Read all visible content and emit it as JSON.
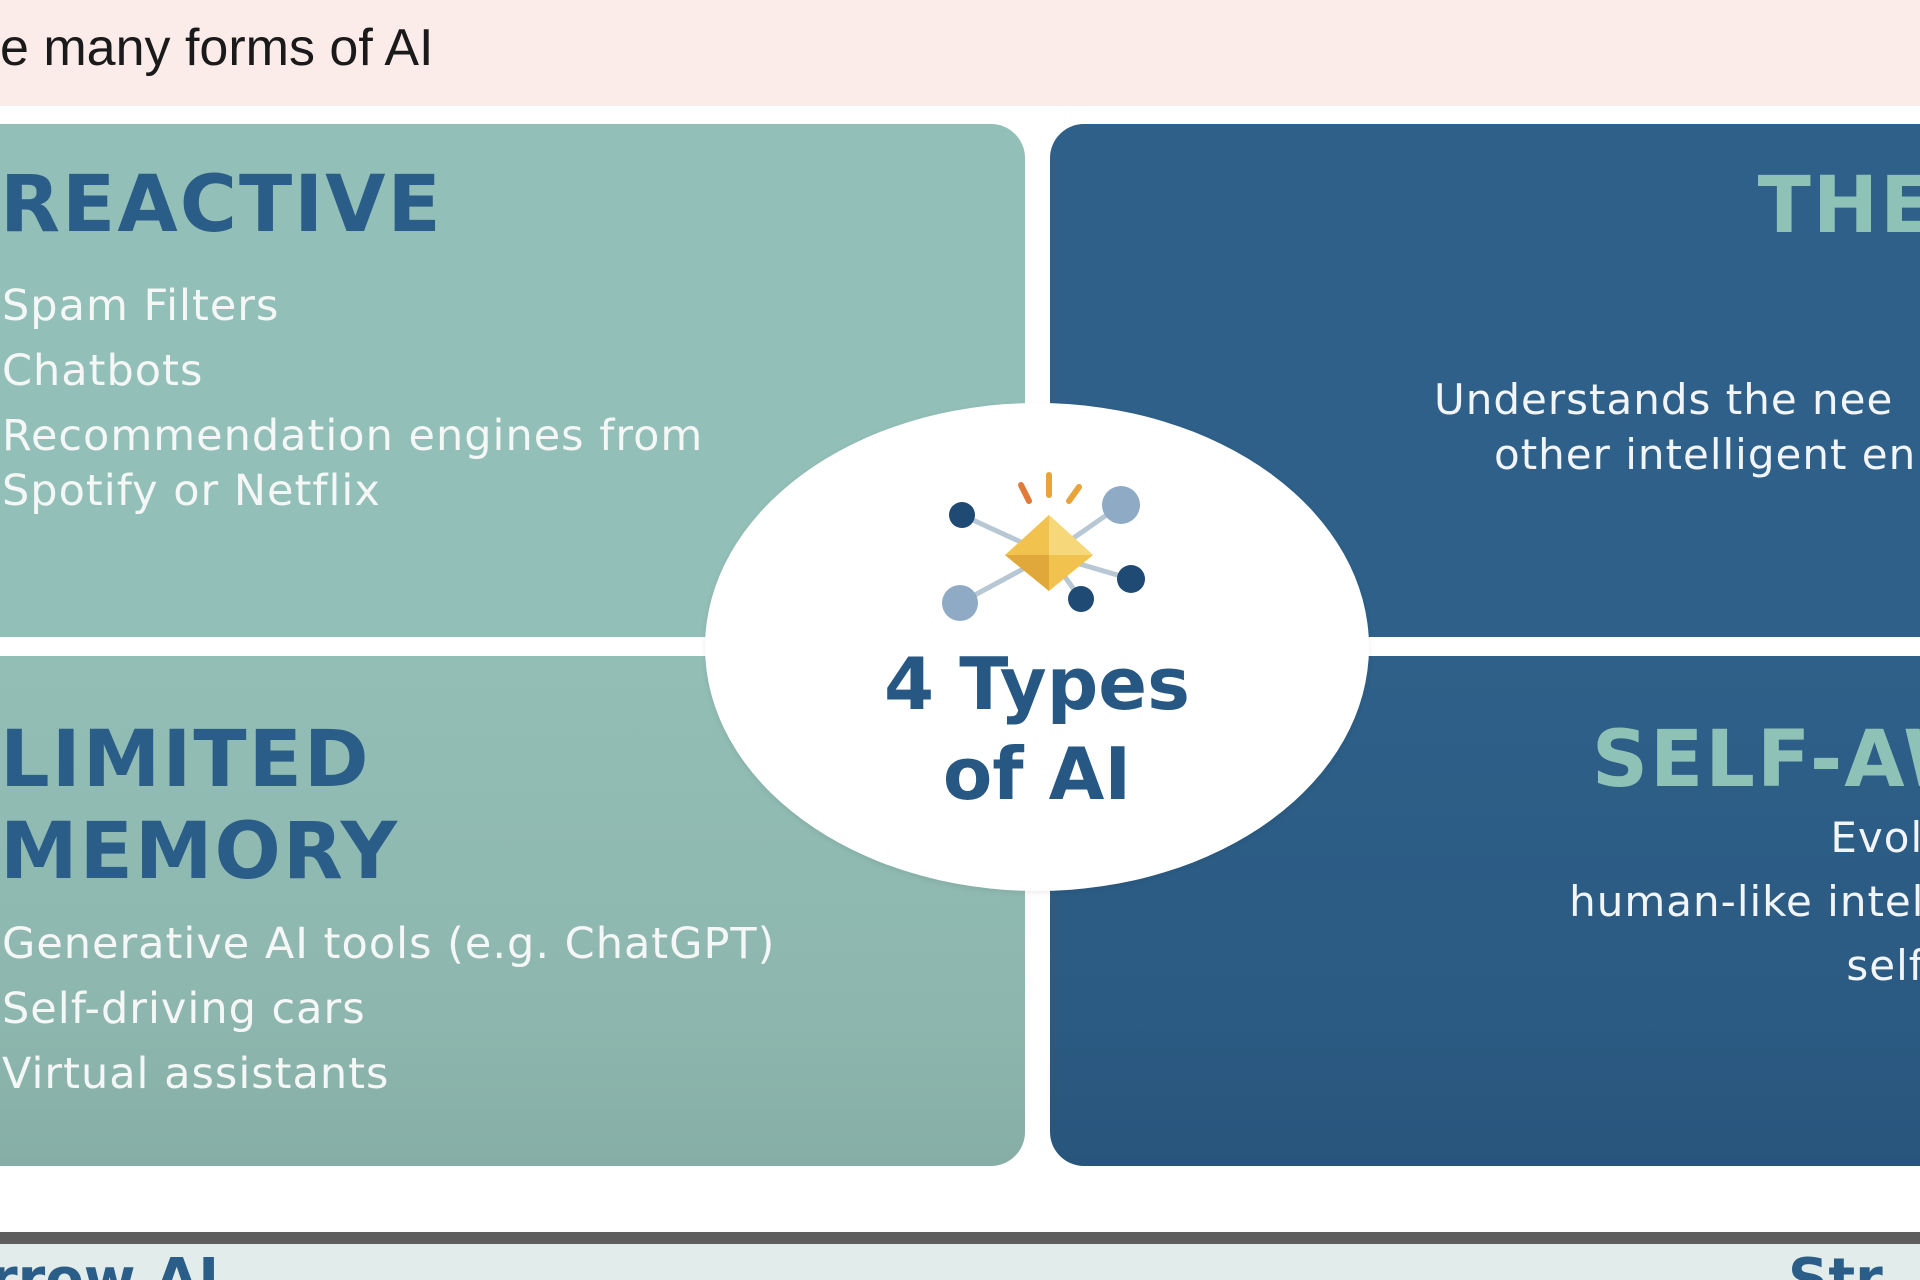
{
  "header": {
    "title": "e many forms of AI"
  },
  "quadrants": {
    "reactive": {
      "title": "REACTIVE",
      "items": [
        "Spam Filters",
        "Chatbots",
        "Recommendation engines from Spotify or Netflix"
      ]
    },
    "theory": {
      "title_line1": "THEORY",
      "title_line2": "MI",
      "desc_line1": "Understands the nee",
      "desc_line2": "other intelligent en"
    },
    "limited": {
      "title_line1": "LIMITED",
      "title_line2": "MEMORY",
      "items": [
        "Generative AI tools (e.g. ChatGPT)",
        "Self-driving cars",
        "Virtual assistants"
      ]
    },
    "self": {
      "title": "SELF-AWA",
      "desc_line1": "Evolved to",
      "desc_line2": "human-like intelligenc",
      "desc_line3": "self awar"
    }
  },
  "center": {
    "title_line1": "4 Types",
    "title_line2": "of AI",
    "icon": "ai-network-diamond-icon"
  },
  "footer": {
    "left_label": "rrow AI",
    "right_label": "Str"
  },
  "colors": {
    "teal_panel": "#92bfb7",
    "blue_panel": "#2e6089",
    "heading_blue": "#2a5d87",
    "heading_teal": "#8fc2b7",
    "header_band": "#fbecea"
  }
}
